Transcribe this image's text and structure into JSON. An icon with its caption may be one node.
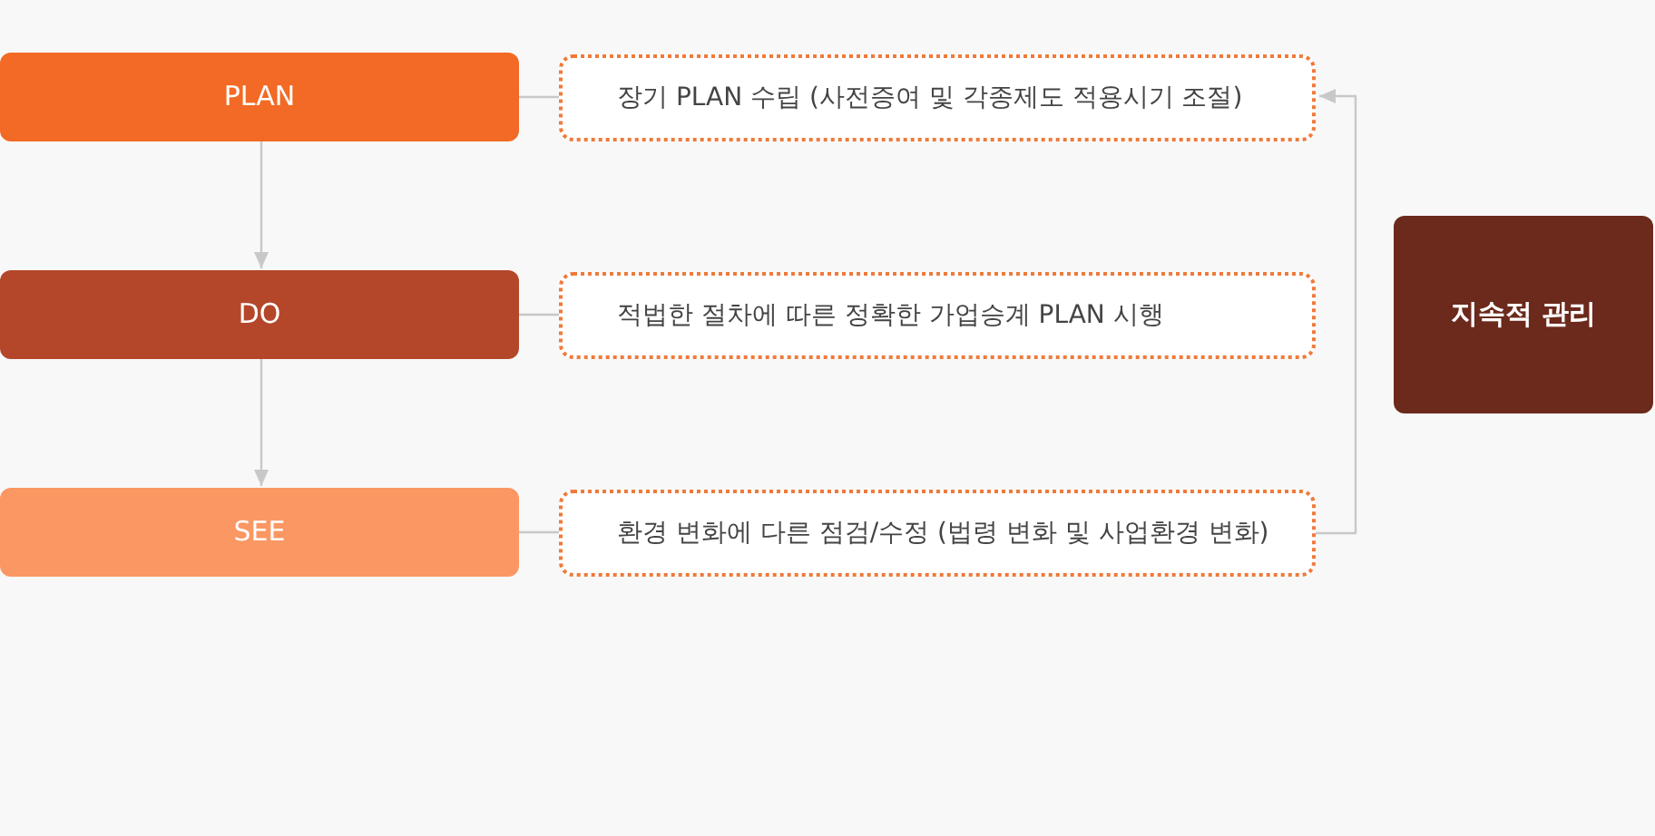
{
  "diagram": {
    "nodes": [
      {
        "text": [
          "PLAN"
        ]
      },
      {
        "text": [
          "장기 PLAN 수립 (사전증여 및 각종제도 적용시기 조절)"
        ]
      },
      {
        "text": [
          "DO"
        ]
      },
      {
        "text": [
          "적법한 절차에 따른 정확한 가업승계 PLAN 시행"
        ]
      },
      {
        "text": [
          "SEE"
        ]
      },
      {
        "text": [
          "환경 변화에 다른 점검/수정 (법령 변화 및 사업환경 변화)"
        ]
      },
      {
        "text": [
          "지속적 관리"
        ]
      }
    ],
    "edges": [
      {
        "from": 0,
        "to": 2,
        "arrow": "to"
      },
      {
        "from": 2,
        "to": 4,
        "arrow": "to"
      },
      {
        "from": 0,
        "to": 1,
        "arrow": "none"
      },
      {
        "from": 2,
        "to": 3,
        "arrow": "none"
      },
      {
        "from": 4,
        "to": 5,
        "arrow": "none"
      },
      {
        "from": 5,
        "to": 1,
        "arrow": "to"
      }
    ]
  }
}
